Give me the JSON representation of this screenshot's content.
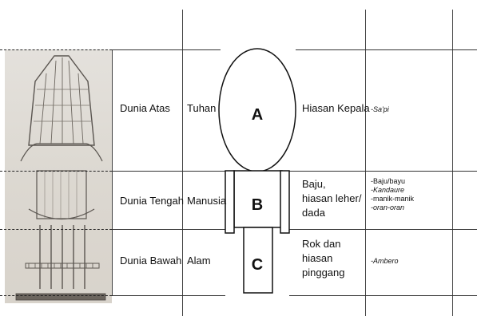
{
  "rows": [
    {
      "world": "Dunia Atas",
      "being": "Tuhan",
      "symbol": "A",
      "ornament": "Hiasan Kepala",
      "items": [
        "-Sa'pi"
      ]
    },
    {
      "world": "Dunia Tengah",
      "being": "Manusia",
      "symbol": "B",
      "ornament_lines": [
        "Baju,",
        "hiasan leher/",
        "dada"
      ],
      "items": [
        "-Baju/bayu",
        "-Kandaure",
        "-manik-manik",
        "-oran-oran"
      ]
    },
    {
      "world": "Dunia Bawah",
      "being": "Alam",
      "symbol": "C",
      "ornament_lines": [
        "Rok dan",
        "hiasan",
        "pinggang"
      ],
      "items": [
        "-Ambero"
      ]
    }
  ],
  "figure": {
    "name": "tongkonan-house-sketch"
  }
}
